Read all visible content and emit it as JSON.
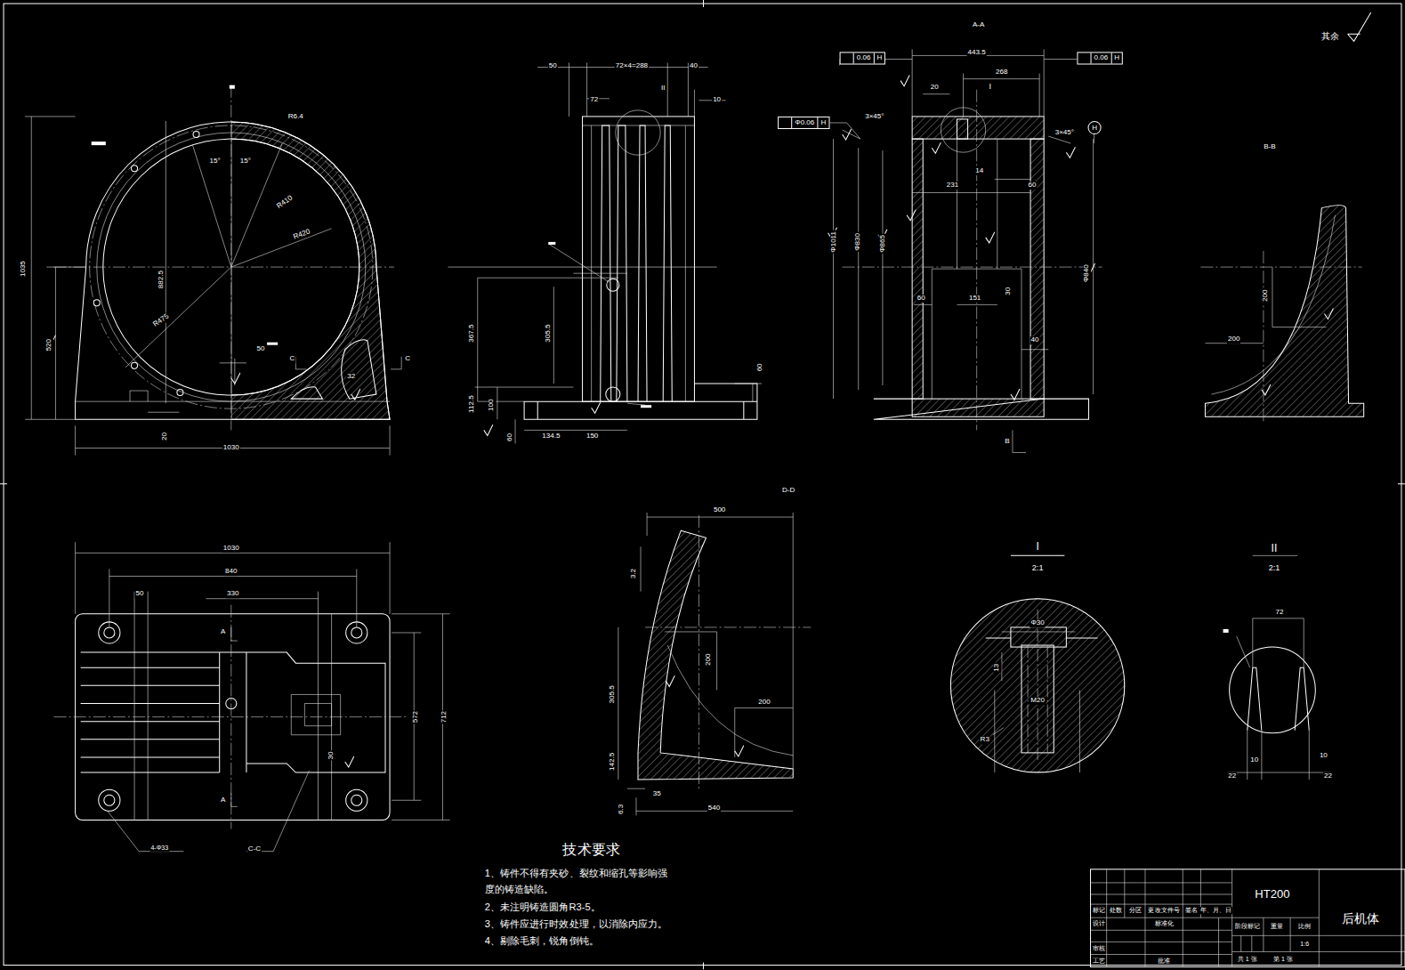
{
  "diagram": {
    "nodes": [
      {
        "text": [
          "0.06",
          "H"
        ]
      },
      {
        "text": [
          "0.06",
          "H"
        ]
      },
      {
        "text": [
          "Φ0.06",
          "H"
        ]
      },
      {
        "text": [
          "H"
        ]
      }
    ],
    "labels": [
      "1035",
      "R6.4",
      "15°",
      "15°",
      "R410",
      "R420",
      "R475",
      "882.5",
      "520",
      "50",
      "C",
      "C",
      "32",
      "20",
      "1030",
      "50",
      "72×4=288",
      "40",
      "10",
      "72",
      "II",
      "367.5",
      "305.5",
      "112.5",
      "100",
      "60",
      "134.5",
      "150",
      "60",
      "A-A",
      "443.5",
      "268",
      "20",
      "I",
      "3×45°",
      "3×45°",
      "14",
      "231",
      "60",
      "Φ1011",
      "Φ830",
      "Φ865",
      "Φ840",
      "60",
      "151",
      "30",
      "40",
      "B",
      "其余",
      "B-B",
      "200",
      "200",
      "D-D",
      "500",
      "3.2",
      "200",
      "305.5",
      "200",
      "142.5",
      "35",
      "6.3",
      "540",
      "I",
      "2:1",
      "Φ30",
      "13",
      "M20",
      "R3",
      "II",
      "2:1",
      "72",
      "22",
      "10",
      "10",
      "22",
      "1030",
      "840",
      "50",
      "330",
      "A",
      "A",
      "572",
      "712",
      "30",
      "C-C",
      "4-Φ33",
      "技术要求",
      "1、铸件不得有夹砂、裂纹和缩孔等影响强度的铸造缺陷。",
      "2、未注明铸造圆角R3-5。",
      "3、铸件应进行时效处理，以消除内应力。",
      "4、剔除毛刺，锐角倒钝。",
      "HT200",
      "后机体",
      "标记",
      "处数",
      "分区",
      "更改文件号",
      "签名",
      "年、月、日",
      "设计",
      "标准化",
      "阶段标记",
      "重量",
      "比例",
      "1:6",
      "审核",
      "工艺",
      "批准",
      "共 1 张",
      "第 1 张"
    ]
  }
}
